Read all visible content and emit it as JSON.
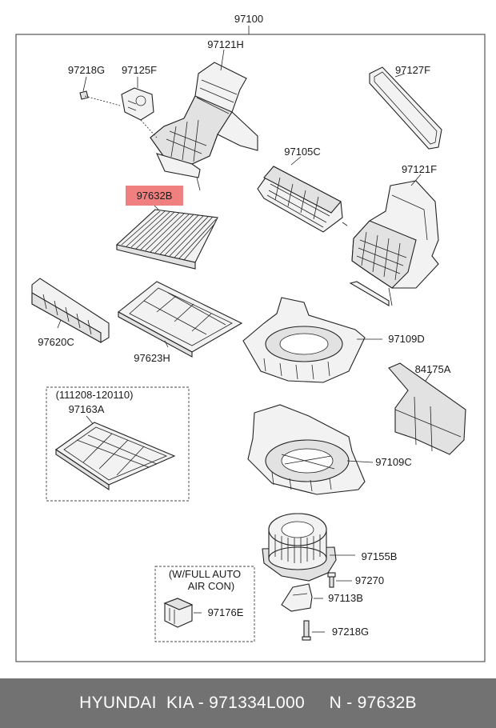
{
  "diagram": {
    "assembly_label": "97100",
    "part_labels": {
      "p97121H": "97121H",
      "p97218G_top": "97218G",
      "p97125F": "97125F",
      "p97127F": "97127F",
      "p97105C": "97105C",
      "p97632B": "97632B",
      "p97121F": "97121F",
      "p97620C": "97620C",
      "p97623H": "97623H",
      "p97109D": "97109D",
      "p84175A": "84175A",
      "p111208": "(111208-120110)",
      "p97163A": "97163A",
      "p97109C": "97109C",
      "p97155B": "97155B",
      "p97270": "97270",
      "auto_line1": "(W/FULL AUTO",
      "auto_line2": "AIR CON)",
      "p97176E": "97176E",
      "p97113B": "97113B",
      "p97218G_bottom": "97218G"
    },
    "highlight_color": "#f08080"
  },
  "footer": {
    "text": "HYUNDAI  KIA - 971334L000     N - 97632B",
    "background": "#727272"
  }
}
